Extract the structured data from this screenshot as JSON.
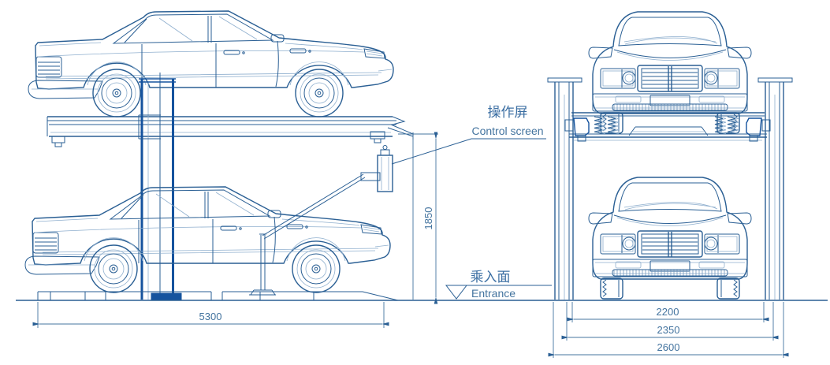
{
  "drawing": {
    "description": "Two-post double-deck car parking lift, side elevation and front elevation",
    "colors": {
      "line": "#2a5f94",
      "line_light": "#8fafce",
      "line_dark": "#15539e",
      "text": "#44749f",
      "background": "#ffffff"
    },
    "labels": {
      "control_screen": {
        "zh": "操作屏",
        "en": "Control screen"
      },
      "entrance": {
        "zh": "乘入面",
        "en": "Entrance"
      }
    },
    "dimensions": {
      "side_overall_length": "5300",
      "entry_clear_height": "1850",
      "platform_width": "2200",
      "inner_width": "2350",
      "overall_width": "2600"
    }
  }
}
